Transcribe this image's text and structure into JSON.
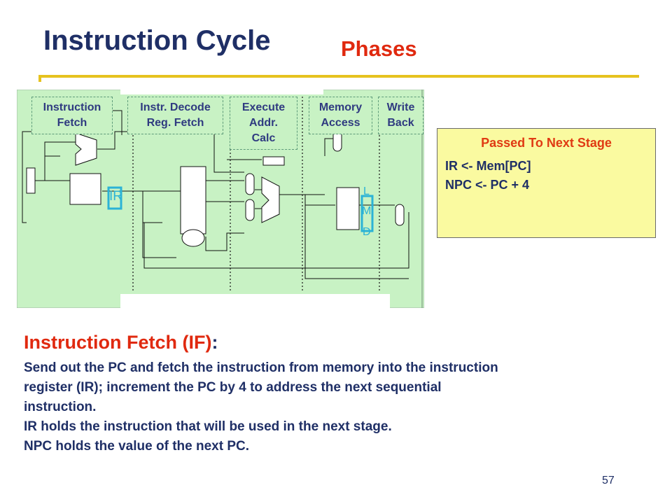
{
  "slide": {
    "title": "Instruction Cycle",
    "subtitle": "Phases",
    "page_number": "57"
  },
  "diagram": {
    "stages": [
      {
        "lines": [
          "Instruction",
          "Fetch"
        ]
      },
      {
        "lines": [
          "Instr. Decode",
          "Reg. Fetch"
        ]
      },
      {
        "lines": [
          "Execute",
          "Addr.",
          "Calc"
        ]
      },
      {
        "lines": [
          "Memory",
          "Access"
        ]
      },
      {
        "lines": [
          "Write",
          "Back"
        ]
      }
    ],
    "register_labels": {
      "ir": "IR",
      "lmd": [
        "L",
        "M",
        "D"
      ]
    },
    "colors": {
      "background": "#c8f2c4",
      "highlight": "#2bb3d6",
      "wire": "#000000"
    }
  },
  "passed_to_next_stage": {
    "title": "Passed To Next Stage",
    "lines": [
      "IR <- Mem[PC]",
      "NPC <- PC + 4"
    ]
  },
  "instruction_fetch": {
    "heading": "Instruction Fetch (IF)",
    "colon": ":",
    "body_lines": [
      "Send out the PC and fetch the instruction from memory into the instruction",
      "register (IR); increment the PC by 4 to address the next sequential",
      "instruction.",
      "IR holds the instruction that will be used in the next stage.",
      "NPC holds the value of the next PC."
    ]
  }
}
